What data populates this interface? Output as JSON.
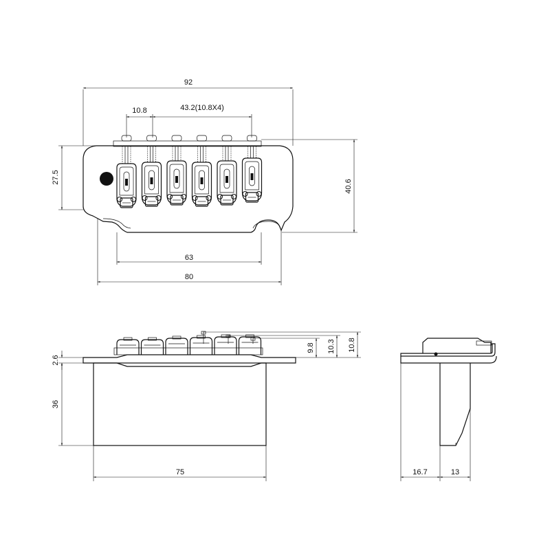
{
  "top_view": {
    "dimensions": {
      "overall_width": "92",
      "saddle_first": "10.8",
      "saddle_span": "43.2(10.8X4)",
      "body_height": "27.5",
      "total_height": "40.6",
      "block_width": "63",
      "plate_width": "80"
    },
    "saddle_count": 6
  },
  "front_view": {
    "dimensions": {
      "plate_thickness": "2.6",
      "block_height": "36",
      "block_width": "75",
      "saddle_height_low": "9.8",
      "saddle_height_mid": "10.3",
      "saddle_height_high": "10.8"
    }
  },
  "side_view": {
    "dimensions": {
      "block_depth": "16.7",
      "block_offset": "13"
    }
  },
  "colors": {
    "line": "#111111",
    "background": "#ffffff"
  }
}
